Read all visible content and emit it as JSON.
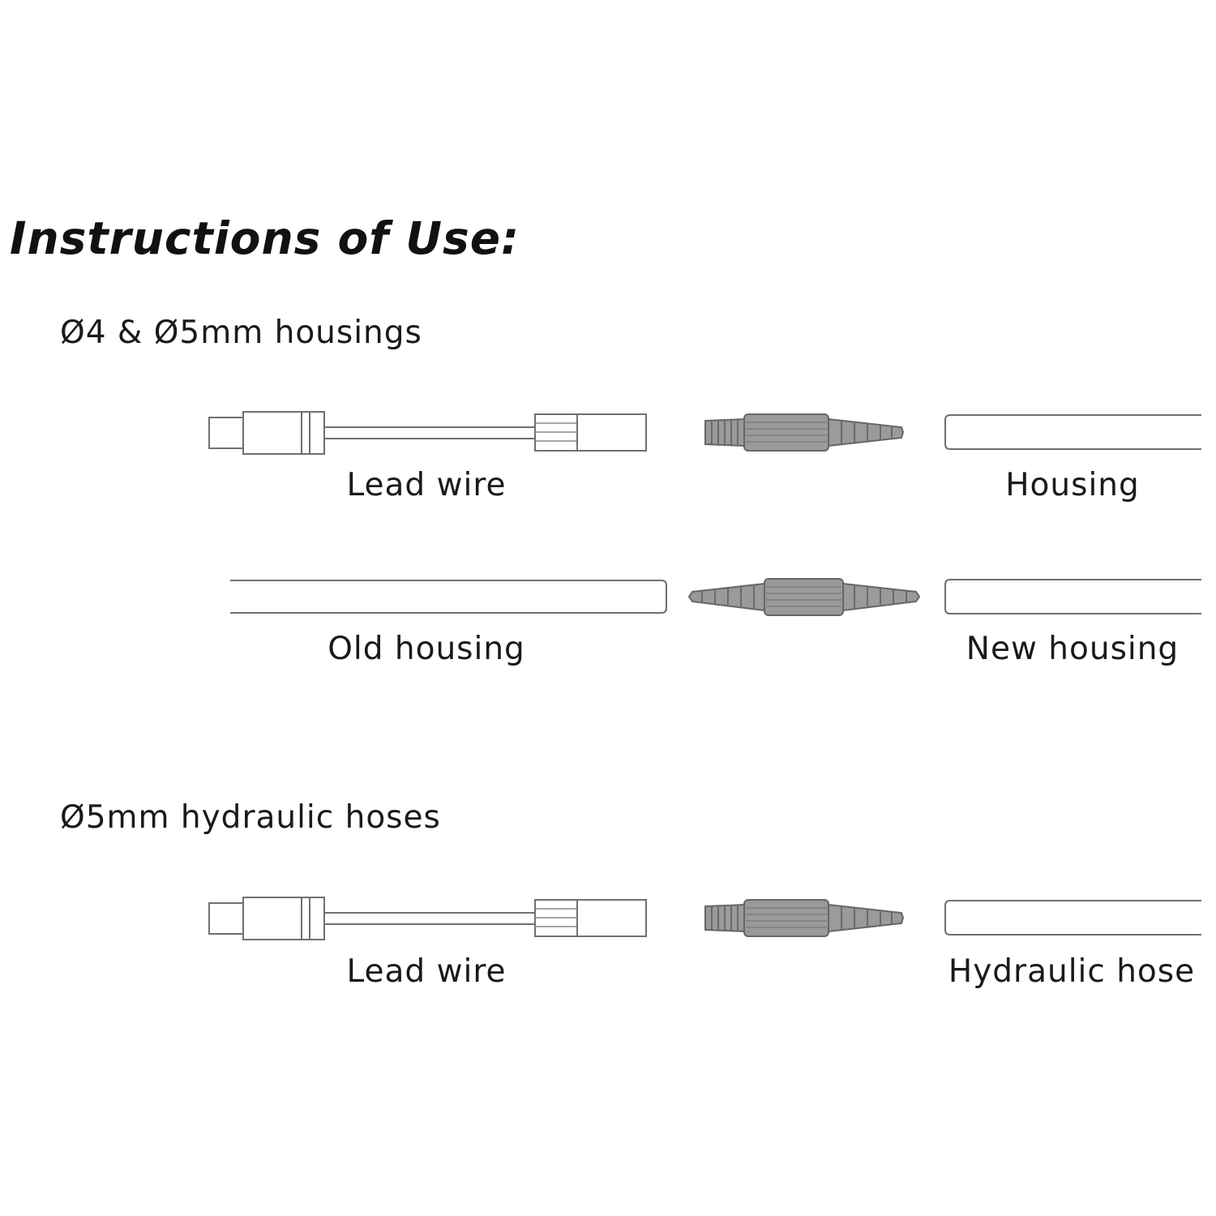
{
  "heading": {
    "title": "Instructions of Use:"
  },
  "sections": [
    {
      "heading": "Ø4 & Ø5mm housings",
      "rows": [
        {
          "left_label": "Lead wire",
          "right_label": "Housing"
        },
        {
          "left_label": "Old housing",
          "right_label": "New housing"
        }
      ]
    },
    {
      "heading": "Ø5mm hydraulic hoses",
      "rows": [
        {
          "left_label": "Lead wire",
          "right_label": "Hydraulic hose"
        }
      ]
    }
  ],
  "colors": {
    "outline": "#707070",
    "part_fill": "#9a9a9a",
    "part_shade": "#7d7d7d",
    "text": "#1a1a1a"
  }
}
